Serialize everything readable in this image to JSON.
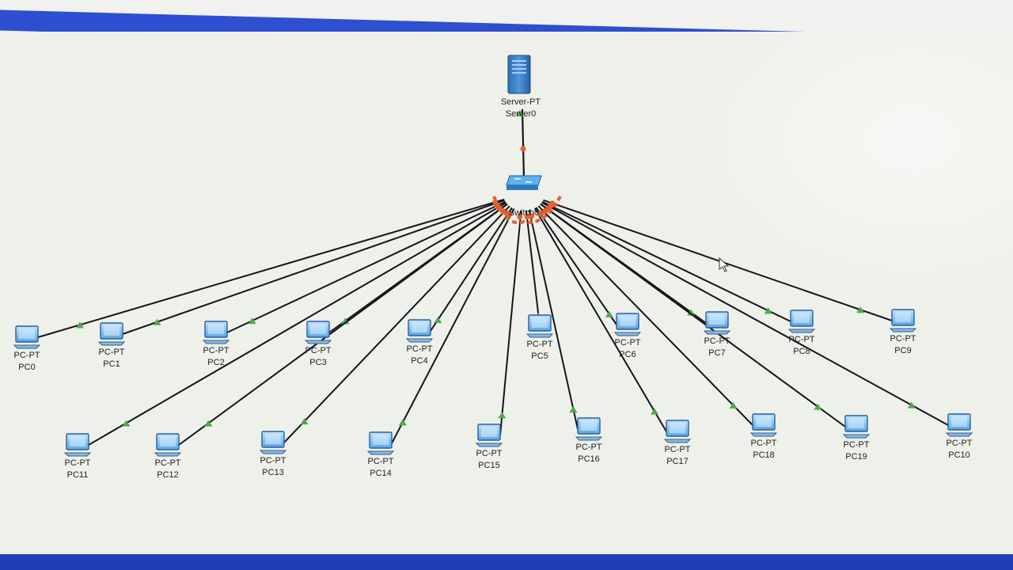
{
  "server": {
    "type": "Server-PT",
    "name": "Server0"
  },
  "switch": {
    "type": "",
    "name": "Switch0"
  },
  "pcs": [
    {
      "type": "PC-PT",
      "name": "PC0"
    },
    {
      "type": "PC-PT",
      "name": "PC1"
    },
    {
      "type": "PC-PT",
      "name": "PC2"
    },
    {
      "type": "PC-PT",
      "name": "PC3"
    },
    {
      "type": "PC-PT",
      "name": "PC4"
    },
    {
      "type": "PC-PT",
      "name": "PC5"
    },
    {
      "type": "PC-PT",
      "name": "PC6"
    },
    {
      "type": "PC-PT",
      "name": "PC7"
    },
    {
      "type": "PC-PT",
      "name": "PC8"
    },
    {
      "type": "PC-PT",
      "name": "PC9"
    },
    {
      "type": "PC-PT",
      "name": "PC11"
    },
    {
      "type": "PC-PT",
      "name": "PC12"
    },
    {
      "type": "PC-PT",
      "name": "PC13"
    },
    {
      "type": "PC-PT",
      "name": "PC14"
    },
    {
      "type": "PC-PT",
      "name": "PC15"
    },
    {
      "type": "PC-PT",
      "name": "PC16"
    },
    {
      "type": "PC-PT",
      "name": "PC17"
    },
    {
      "type": "PC-PT",
      "name": "PC18"
    },
    {
      "type": "PC-PT",
      "name": "PC19"
    },
    {
      "type": "PC-PT",
      "name": "PC10"
    }
  ],
  "colors": {
    "title_bar": "#2d4fd0",
    "link": "#15151c",
    "link_up": "#4fa84a",
    "link_down": "#e2602f",
    "device": "#3f8fd6"
  }
}
